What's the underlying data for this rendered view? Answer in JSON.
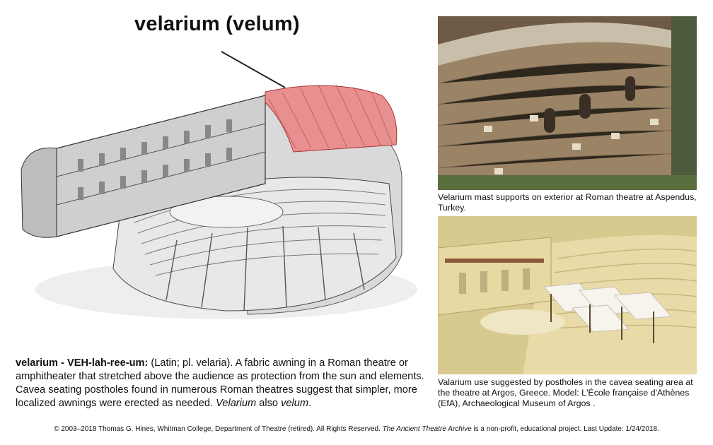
{
  "title": "velarium (velum)",
  "definition": {
    "term": "velarium - VEH-lah-ree-um:",
    "text": " (Latin; pl. velaria). A fabric awning in a Roman theatre or amphitheater that stretched above the audience as protection from the sun and elements. Cavea seating postholes found in numerous Roman theatres suggest that simpler, more localized awnings were erected as needed. ",
    "alt_italic": "Velarium",
    "alt_text": " also ",
    "alt_italic2": "velum",
    "end": "."
  },
  "photos": {
    "aspendus_caption": "Velarium mast supports on exterior at Roman theatre at Aspendus, Turkey.",
    "argos_caption": "Valarium use suggested by postholes in the cavea seating area at the theatre at Argos, Greece. Model: L'École française d'Athènes (EfA), Archaeological Museum of Argos ."
  },
  "footer": {
    "prefix": "© 2003–2018 Thomas G. Hines, Whitman College, Department of Theatre (retired). All Rights Reserved. ",
    "archive": "The Ancient Theatre Archive",
    "suffix": " is a non-profit, educational project. Last Update: 1/24/2018."
  },
  "colors": {
    "velarium_fill": "#e88f8f",
    "stone_light": "#e6e4df",
    "brick": "#9b8466",
    "model_cream": "#e8dba8"
  }
}
